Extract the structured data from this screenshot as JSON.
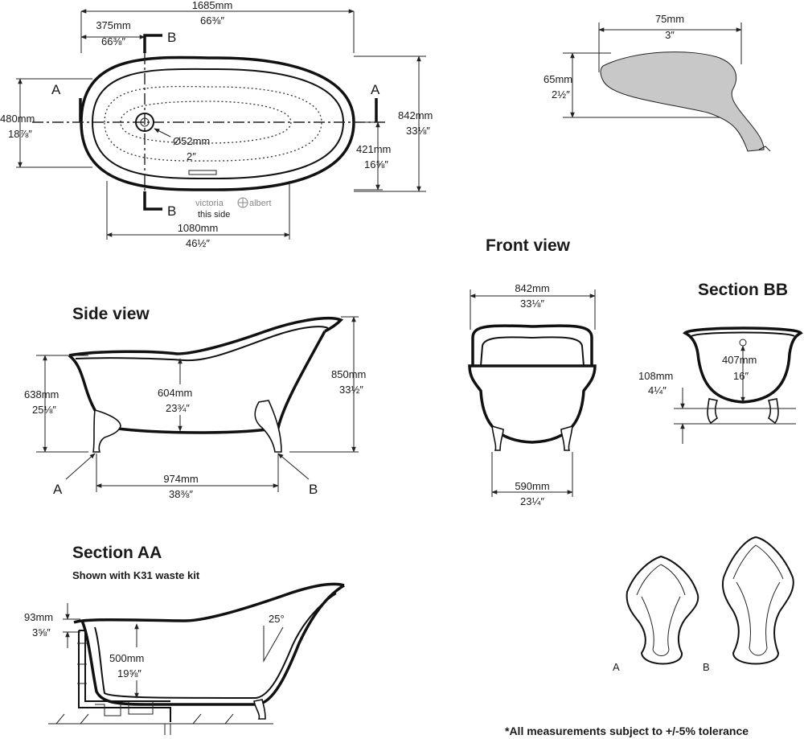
{
  "top_view": {
    "length_mm": "1685mm",
    "length_in": "66⅜″",
    "offset_mm": "375mm",
    "offset_in": "66⅜″",
    "section_b": "B",
    "section_a": "A",
    "width_mm": "842mm",
    "width_in": "33⅛″",
    "inner_mm": "480mm",
    "inner_in": "18⅞″",
    "waste_mm": "Ø52mm",
    "waste_in": "2″",
    "half_mm": "421mm",
    "half_in": "16⅝″",
    "base_mm": "1080mm",
    "base_in": "46½″",
    "brand_left": "victoria",
    "brand_right": "albert",
    "brand_note": "this side"
  },
  "rim_detail": {
    "depth_mm": "75mm",
    "depth_in": "3″",
    "height_mm": "65mm",
    "height_in": "2½″"
  },
  "front_view": {
    "title": "Front view",
    "width_mm": "842mm",
    "width_in": "33⅛″",
    "feet_mm": "590mm",
    "feet_in": "23¼″"
  },
  "section_bb": {
    "title": "Section BB",
    "inner_mm": "407mm",
    "inner_in": "16″",
    "base_mm": "108mm",
    "base_in": "4¼″"
  },
  "side_view": {
    "title": "Side view",
    "rim_mm": "638mm",
    "rim_in": "25⅛″",
    "depth_mm": "604mm",
    "depth_in": "23¾″",
    "height_mm": "850mm",
    "height_in": "33½″",
    "feet_mm": "974mm",
    "feet_in": "38⅜″",
    "label_a": "A",
    "label_b": "B"
  },
  "section_aa": {
    "title": "Section AA",
    "subtitle": "Shown with K31 waste kit",
    "rim_mm": "93mm",
    "rim_in": "3⅝″",
    "depth_mm": "500mm",
    "depth_in": "19⅝″",
    "angle": "25°"
  },
  "feet_detail": {
    "label_a": "A",
    "label_b": "B"
  },
  "footnote": "*All measurements subject to +/-5% tolerance"
}
